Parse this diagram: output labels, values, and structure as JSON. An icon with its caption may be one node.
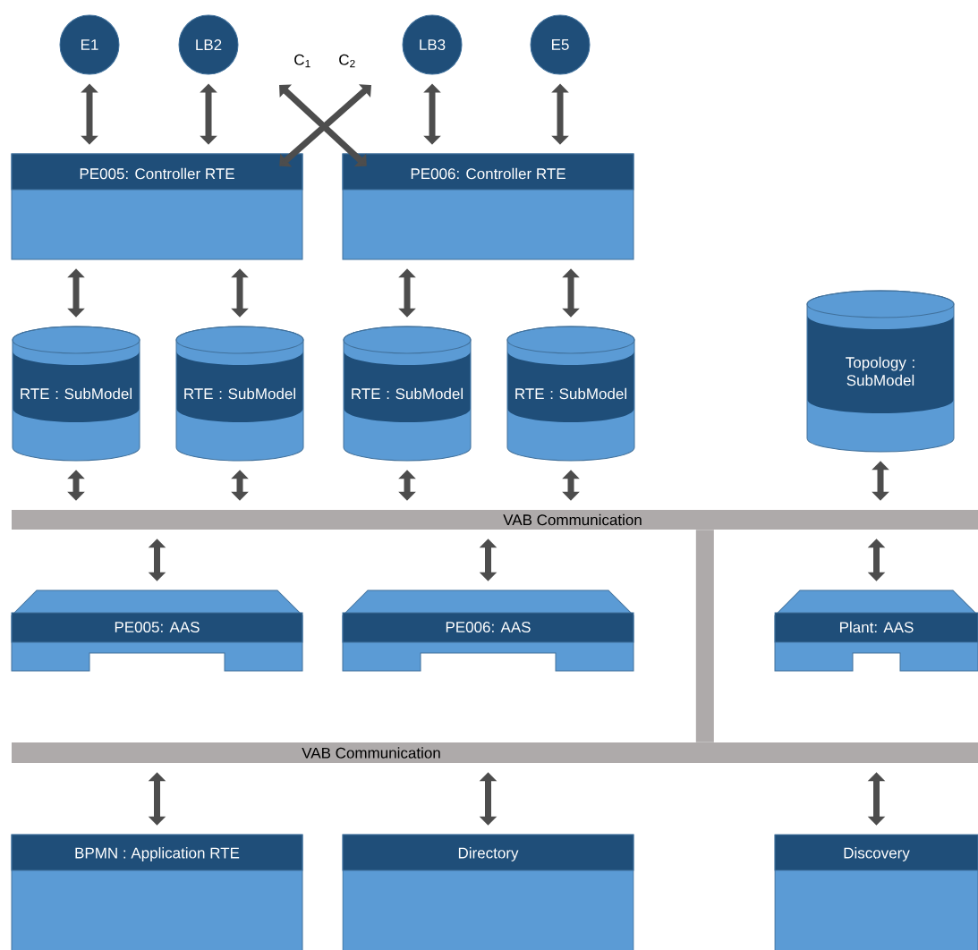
{
  "diagram": {
    "nodes": [
      {
        "text": [
          "E1"
        ]
      },
      {
        "text": [
          "LB2"
        ]
      },
      {
        "text": [
          "LB3"
        ]
      },
      {
        "text": [
          "E5"
        ]
      },
      {
        "text": [
          "PE005: Controller RTE"
        ]
      },
      {
        "text": [
          "PE006: Controller RTE"
        ]
      },
      {
        "text": [
          "RTE : SubModel"
        ]
      },
      {
        "text": [
          "RTE : SubModel"
        ]
      },
      {
        "text": [
          "RTE : SubModel"
        ]
      },
      {
        "text": [
          "RTE : SubModel"
        ]
      },
      {
        "text": [
          "Topology : SubModel"
        ]
      },
      {
        "text": [
          "VAB Communication"
        ]
      },
      {
        "text": [
          "PE005: AAS"
        ]
      },
      {
        "text": [
          "PE006: AAS"
        ]
      },
      {
        "text": [
          "Plant: AAS"
        ]
      },
      {
        "text": [
          "VAB Communication"
        ]
      },
      {
        "text": [
          "BPMN : Application RTE"
        ]
      },
      {
        "text": [
          "Directory"
        ]
      },
      {
        "text": [
          "Discovery"
        ]
      }
    ],
    "edges": [
      {
        "from": 0,
        "to": 4,
        "arrow": "both"
      },
      {
        "from": 1,
        "to": 4,
        "arrow": "both"
      },
      {
        "from": 2,
        "to": 5,
        "arrow": "both"
      },
      {
        "from": 3,
        "to": 5,
        "arrow": "both"
      },
      {
        "from": 5,
        "to": null,
        "arrow": "both",
        "label": "C$_{1}$"
      },
      {
        "from": 4,
        "to": null,
        "arrow": "both",
        "label": "C$_{2}$"
      },
      {
        "from": 4,
        "to": 6,
        "arrow": "both"
      },
      {
        "from": 4,
        "to": 7,
        "arrow": "both"
      },
      {
        "from": 5,
        "to": 8,
        "arrow": "both"
      },
      {
        "from": 5,
        "to": 9,
        "arrow": "both"
      },
      {
        "from": 6,
        "to": 11,
        "arrow": "both"
      },
      {
        "from": 7,
        "to": 11,
        "arrow": "both"
      },
      {
        "from": 8,
        "to": 11,
        "arrow": "both"
      },
      {
        "from": 9,
        "to": 11,
        "arrow": "both"
      },
      {
        "from": 10,
        "to": 11,
        "arrow": "both"
      },
      {
        "from": 11,
        "to": 12,
        "arrow": "both"
      },
      {
        "from": 11,
        "to": 13,
        "arrow": "both"
      },
      {
        "from": 11,
        "to": 14,
        "arrow": "both"
      },
      {
        "from": 11,
        "to": 15,
        "arrow": "none",
        "style": "thick",
        "color": "#aeaaaa"
      },
      {
        "from": 15,
        "to": 16,
        "arrow": "both"
      },
      {
        "from": 15,
        "to": 17,
        "arrow": "both"
      },
      {
        "from": 15,
        "to": 18,
        "arrow": "both"
      }
    ]
  }
}
